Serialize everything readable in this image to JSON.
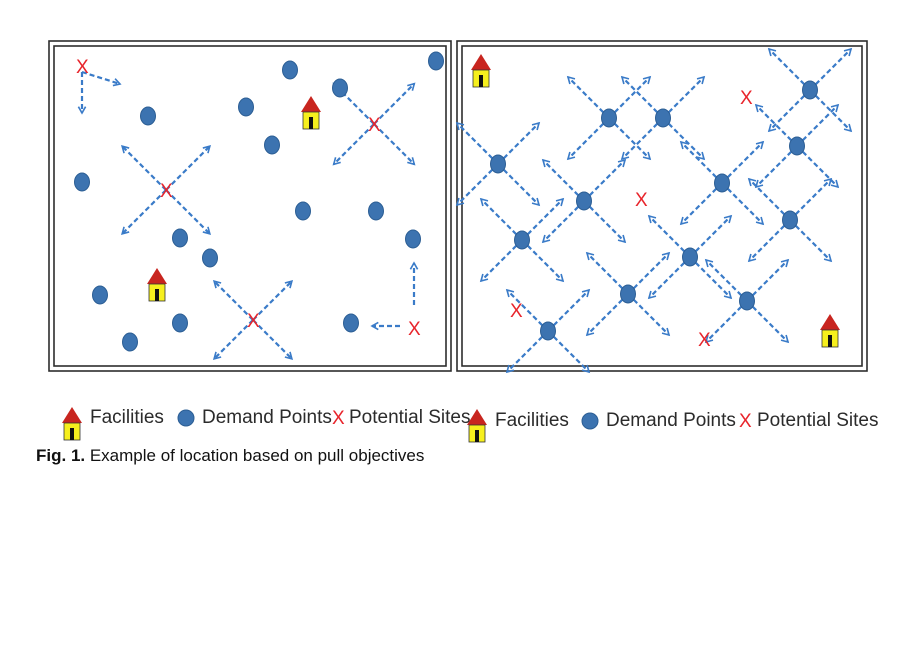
{
  "caption": {
    "label": "Fig. 1.",
    "text": " Example of location based on pull objectives"
  },
  "legend": {
    "facilities": "Facilities",
    "demand_points": "Demand Points",
    "potential_sites": "Potential Sites"
  },
  "symbols": {
    "potential_site": "X"
  },
  "colors": {
    "demand_point": "#3c73b0",
    "demand_point_stroke": "#2c5e94",
    "arrow": "#3a7bc8",
    "potential_site": "#e8242b",
    "facility_roof": "#c8251f",
    "facility_body": "#f6ef1e",
    "facility_door": "#111111"
  }
}
